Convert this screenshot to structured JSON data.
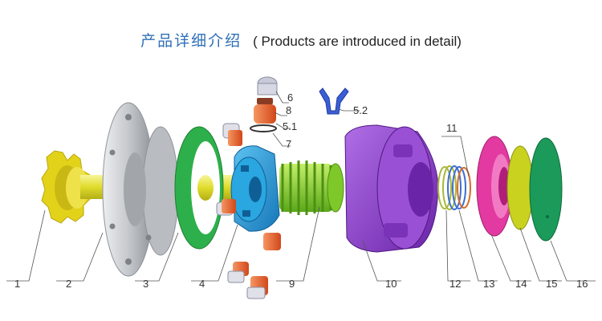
{
  "title": {
    "chinese": "产品详细介绍",
    "english": "( Products are introduced in detail)"
  },
  "colors": {
    "title_blue": "#2e6fb7",
    "sprocket": "#e3d21a",
    "flange": "#c7c9cc",
    "shaft": "#e8e43a",
    "green_ring": "#2db04b",
    "blue_block": "#1f9ad8",
    "piston_orange": "#e8662a",
    "spring_green": "#8ed42e",
    "purple_housing": "#8a3bc9",
    "coil_spring": "#3d6fd0",
    "pink_ring": "#e23aa0",
    "olive_disc": "#c9d21f",
    "dark_green_disc": "#1b9a5a",
    "fork_blue": "#3a5ed6"
  },
  "labels": [
    "1",
    "2",
    "3",
    "4",
    "9",
    "10",
    "12",
    "13",
    "14",
    "15",
    "16",
    "6",
    "8",
    "5.1",
    "7",
    "5.2",
    "11"
  ]
}
